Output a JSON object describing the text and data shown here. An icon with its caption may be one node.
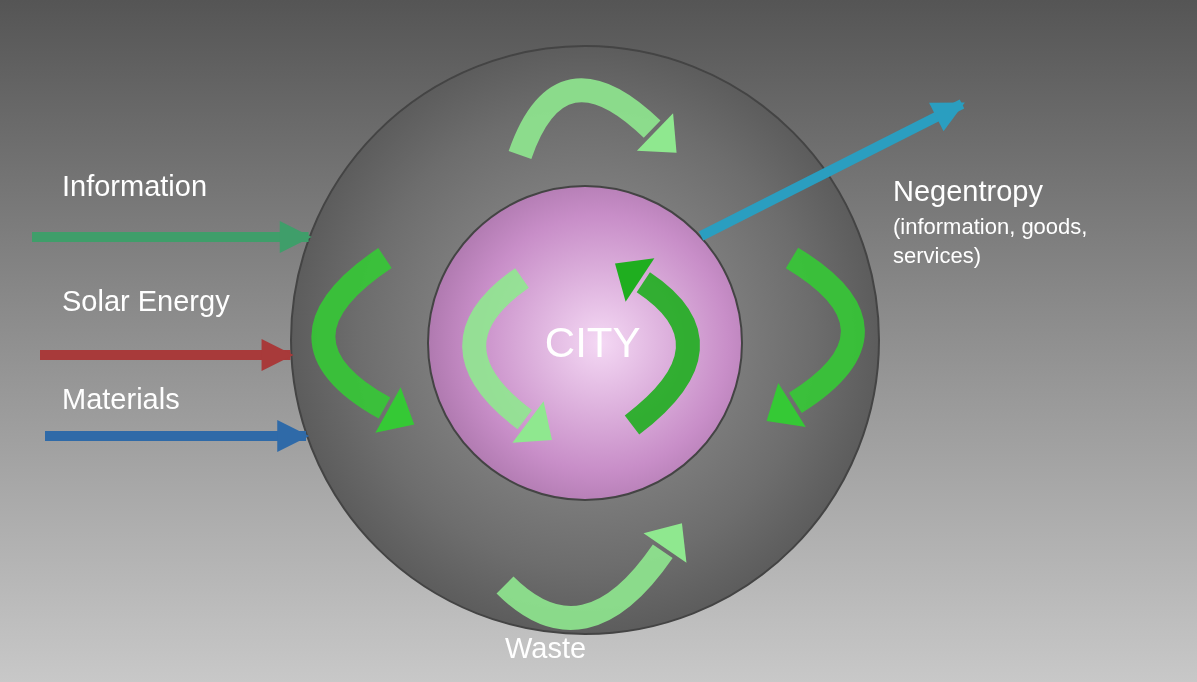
{
  "diagram": {
    "nodes": [
      {
        "text": [],
        "shape": "circle"
      },
      {
        "text": [
          "CITY"
        ],
        "in": 0
      }
    ],
    "edges": [
      {
        "from": null,
        "to": 0,
        "arrow": "to",
        "label": "Information",
        "color": "#3f9e6a"
      },
      {
        "from": null,
        "to": 0,
        "arrow": "to",
        "label": "Solar Energy",
        "color": "#a83a3a"
      },
      {
        "from": null,
        "to": 0,
        "arrow": "to",
        "label": "Materials",
        "color": "#2f6aa8"
      },
      {
        "from": 1,
        "to": null,
        "arrow": "to",
        "color": "#2a9ec0"
      }
    ],
    "labels": [
      "Negentropy",
      "(information, goods, services)",
      "Waste"
    ]
  }
}
